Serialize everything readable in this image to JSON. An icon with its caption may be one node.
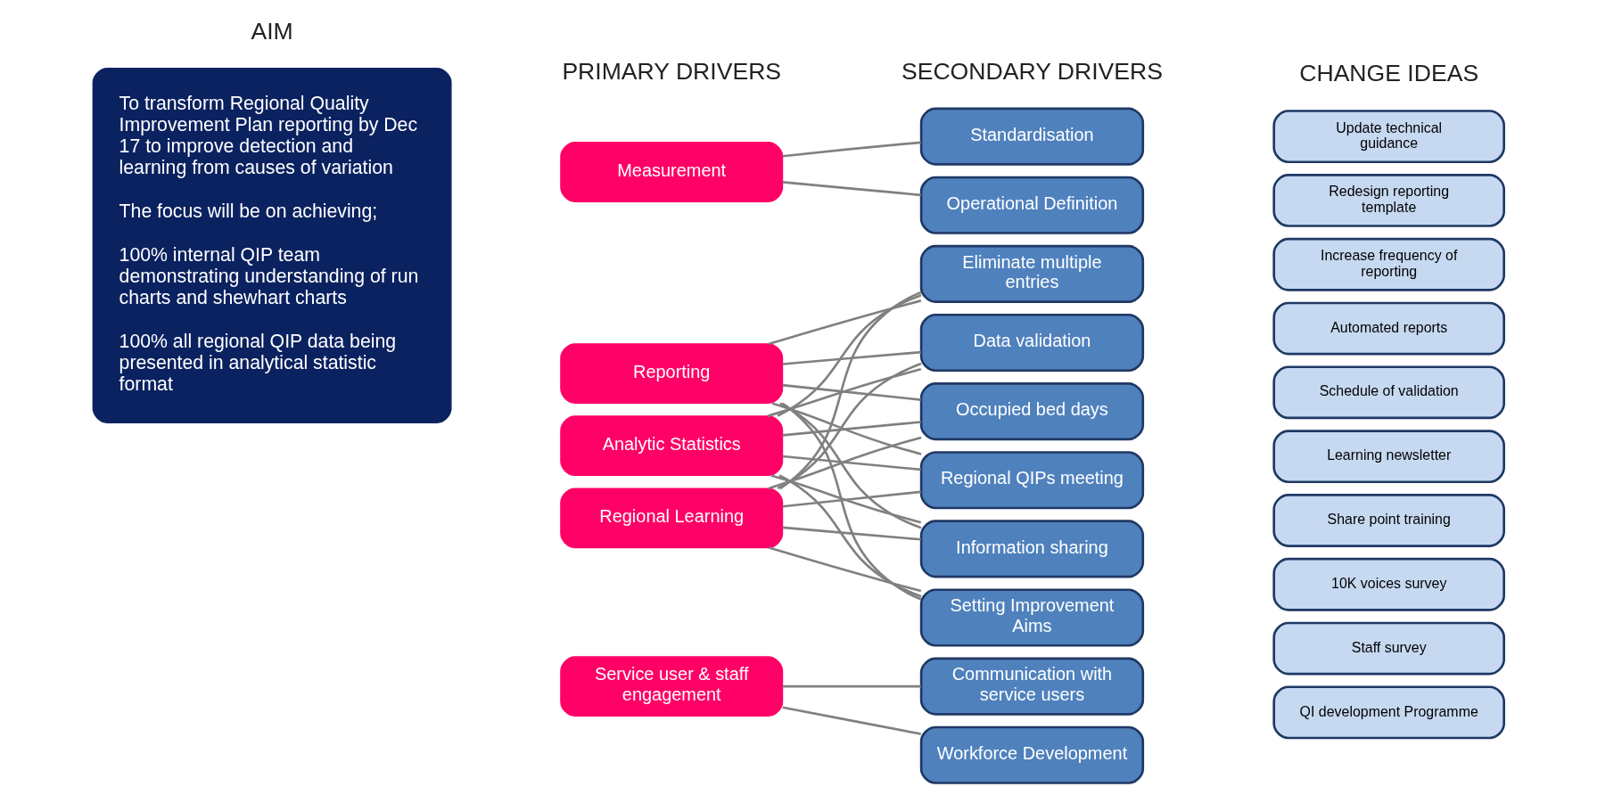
{
  "diagram": {
    "nodes": [
      {
        "text": [
          "To transform Regional Quality Improvement Plan reporting by Dec 17 to improve detection and learning from causes of variation",
          "The focus will be on achieving;",
          "100% internal QIP team demonstrating understanding of run charts and shewhart charts",
          "100% all regional QIP data being presented in analytical statistic format"
        ]
      },
      {
        "text": [
          "Measurement"
        ]
      },
      {
        "text": [
          "Reporting"
        ]
      },
      {
        "text": [
          "Analytic Statistics"
        ]
      },
      {
        "text": [
          "Regional Learning"
        ]
      },
      {
        "text": [
          "Service user & staff engagement"
        ]
      },
      {
        "text": [
          "Standardisation"
        ]
      },
      {
        "text": [
          "Operational Definition"
        ]
      },
      {
        "text": [
          "Eliminate multiple entries"
        ]
      },
      {
        "text": [
          "Data validation"
        ]
      },
      {
        "text": [
          "Occupied bed days"
        ]
      },
      {
        "text": [
          "Regional QIPs meeting"
        ]
      },
      {
        "text": [
          "Information sharing"
        ]
      },
      {
        "text": [
          "Setting Improvement Aims"
        ]
      },
      {
        "text": [
          "Communication with service users"
        ]
      },
      {
        "text": [
          "Workforce Development"
        ]
      },
      {
        "text": [
          "Update technical guidance"
        ]
      },
      {
        "text": [
          "Redesign reporting template"
        ]
      },
      {
        "text": [
          "Increase frequency of reporting"
        ]
      },
      {
        "text": [
          "Automated reports"
        ]
      },
      {
        "text": [
          "Schedule of validation"
        ]
      },
      {
        "text": [
          "Learning newsletter"
        ]
      },
      {
        "text": [
          "Share point training"
        ]
      },
      {
        "text": [
          "10K voices survey"
        ]
      },
      {
        "text": [
          "Staff survey"
        ]
      },
      {
        "text": [
          "QI development Programme"
        ]
      }
    ],
    "edges": [
      {
        "from": 1,
        "to": 6,
        "arrow": "none"
      },
      {
        "from": 1,
        "to": 7,
        "arrow": "none"
      },
      {
        "from": 2,
        "to": 8,
        "arrow": "none"
      },
      {
        "from": 2,
        "to": 9,
        "arrow": "none"
      },
      {
        "from": 2,
        "to": 10,
        "arrow": "none"
      },
      {
        "from": 2,
        "to": 11,
        "arrow": "none"
      },
      {
        "from": 2,
        "to": 12,
        "arrow": "none"
      },
      {
        "from": 2,
        "to": 13,
        "arrow": "none"
      },
      {
        "from": 3,
        "to": 8,
        "arrow": "none"
      },
      {
        "from": 3,
        "to": 9,
        "arrow": "none"
      },
      {
        "from": 3,
        "to": 10,
        "arrow": "none"
      },
      {
        "from": 3,
        "to": 11,
        "arrow": "none"
      },
      {
        "from": 3,
        "to": 12,
        "arrow": "none"
      },
      {
        "from": 3,
        "to": 13,
        "arrow": "none"
      },
      {
        "from": 4,
        "to": 8,
        "arrow": "none"
      },
      {
        "from": 4,
        "to": 9,
        "arrow": "none"
      },
      {
        "from": 4,
        "to": 10,
        "arrow": "none"
      },
      {
        "from": 4,
        "to": 11,
        "arrow": "none"
      },
      {
        "from": 4,
        "to": 12,
        "arrow": "none"
      },
      {
        "from": 4,
        "to": 13,
        "arrow": "none"
      },
      {
        "from": 5,
        "to": 14,
        "arrow": "none"
      },
      {
        "from": 5,
        "to": 15,
        "arrow": "none"
      }
    ],
    "labels": [
      "AIM",
      "PRIMARY DRIVERS",
      "SECONDARY DRIVERS",
      "CHANGE IDEAS"
    ]
  }
}
